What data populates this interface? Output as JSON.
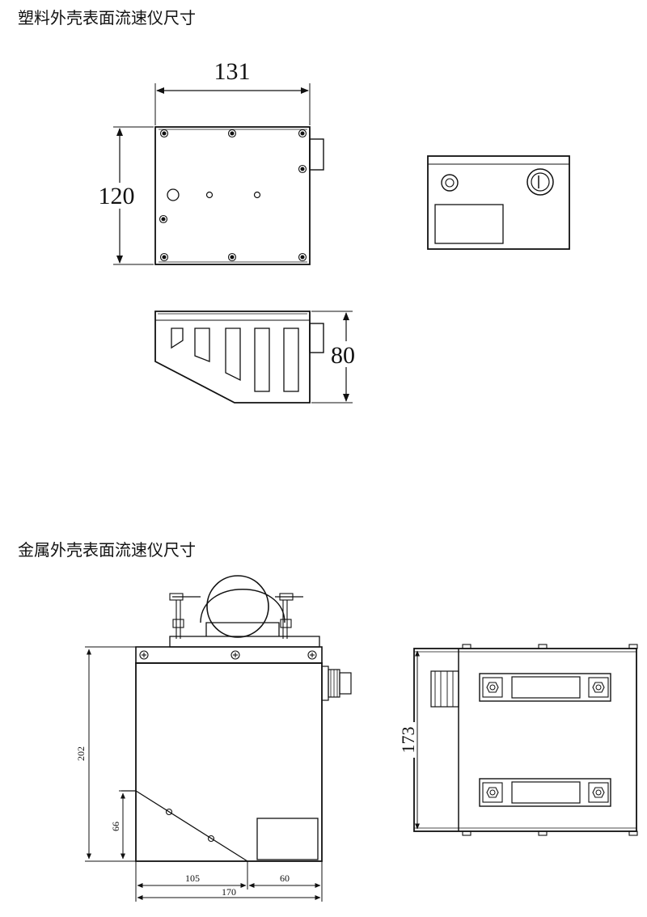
{
  "sections": {
    "plastic": {
      "title": "塑料外壳表面流速仪尺寸",
      "dims": {
        "width": "131",
        "height": "120",
        "depth": "80"
      }
    },
    "metal": {
      "title": "金属外壳表面流速仪尺寸",
      "dims": {
        "height": "202",
        "lower": "66",
        "base_left": "105",
        "base_right": "60",
        "base_total": "170",
        "side_height": "173"
      }
    }
  }
}
